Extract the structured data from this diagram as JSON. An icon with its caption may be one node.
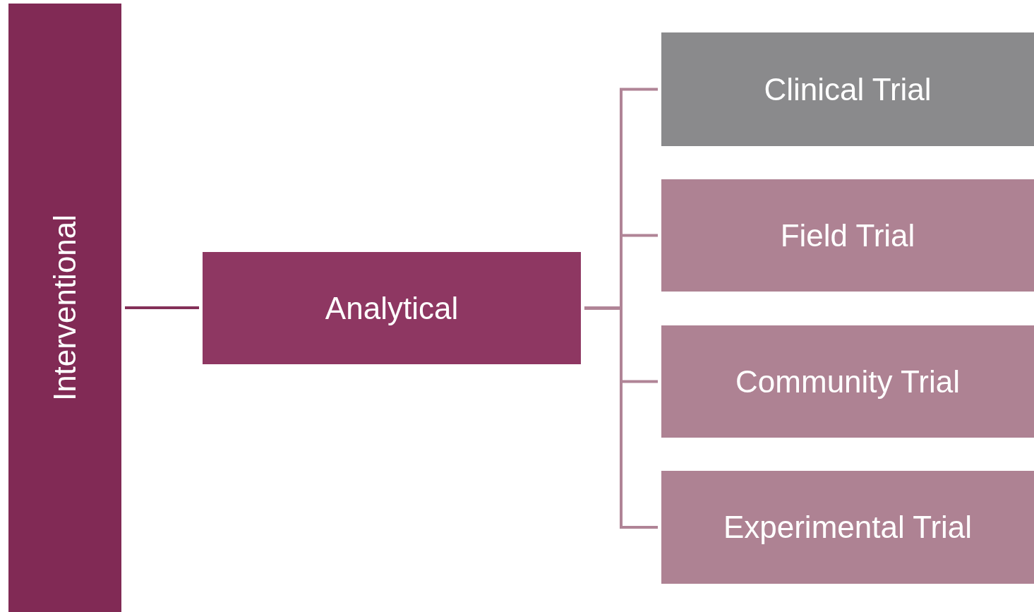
{
  "diagram": {
    "nodes": [
      {
        "text": [
          "Interventional"
        ]
      },
      {
        "text": [
          "Analytical"
        ]
      },
      {
        "text": [
          "Clinical Trial"
        ]
      },
      {
        "text": [
          "Field Trial"
        ]
      },
      {
        "text": [
          "Community Trial"
        ]
      },
      {
        "text": [
          "Experimental Trial"
        ]
      }
    ],
    "edges": [
      {
        "from": 0,
        "to": 1,
        "arrow": "none",
        "color": "#833058"
      },
      {
        "from": 1,
        "to": 2,
        "arrow": "none"
      },
      {
        "from": 1,
        "to": 3,
        "arrow": "none"
      },
      {
        "from": 1,
        "to": 4,
        "arrow": "none"
      },
      {
        "from": 1,
        "to": 5,
        "arrow": "none"
      }
    ]
  }
}
